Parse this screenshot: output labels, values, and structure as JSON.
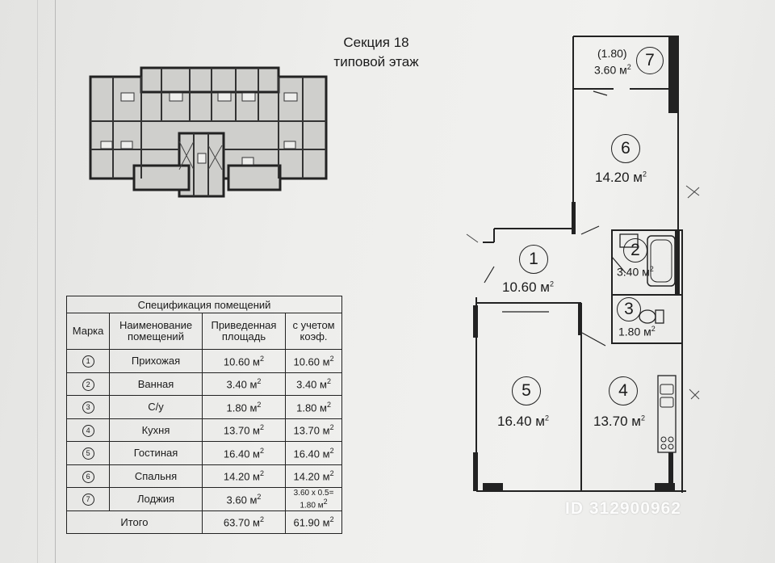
{
  "section": {
    "title": "Секция 18",
    "subtitle": "типовой этаж"
  },
  "table": {
    "caption": "Спецификация помещений",
    "headers": [
      "Марка",
      "Наименование помещений",
      "Приведенная площадь",
      "с учетом коэф."
    ],
    "rows": [
      {
        "mark": "1",
        "name": "Прихожая",
        "area": "10.60 м",
        "coef": "10.60 м"
      },
      {
        "mark": "2",
        "name": "Ванная",
        "area": "3.40 м",
        "coef": "3.40 м"
      },
      {
        "mark": "3",
        "name": "С/у",
        "area": "1.80 м",
        "coef": "1.80 м"
      },
      {
        "mark": "4",
        "name": "Кухня",
        "area": "13.70 м",
        "coef": "13.70 м"
      },
      {
        "mark": "5",
        "name": "Гостиная",
        "area": "16.40 м",
        "coef": "16.40 м"
      },
      {
        "mark": "6",
        "name": "Спальня",
        "area": "14.20 м",
        "coef": "14.20 м"
      },
      {
        "mark": "7",
        "name": "Лоджия",
        "area": "3.60 м",
        "coef_line1": "3.60 х 0.5=",
        "coef_line2": "1.80 м"
      }
    ],
    "total": {
      "label": "Итого",
      "area": "63.70 м",
      "coef": "61.90 м"
    }
  },
  "rooms": [
    {
      "mark": "1",
      "area": "10.60 м"
    },
    {
      "mark": "2",
      "area": "3.40 м"
    },
    {
      "mark": "3",
      "area": "1.80 м"
    },
    {
      "mark": "4",
      "area": "13.70 м"
    },
    {
      "mark": "5",
      "area": "16.40 м"
    },
    {
      "mark": "6",
      "area": "14.20 м"
    },
    {
      "mark": "7",
      "area": "3.60 м",
      "note": "(1.80)"
    }
  ],
  "watermark": "ID 312900962",
  "colors": {
    "ink": "#1b1b1b",
    "paper": "#eeeeec"
  }
}
